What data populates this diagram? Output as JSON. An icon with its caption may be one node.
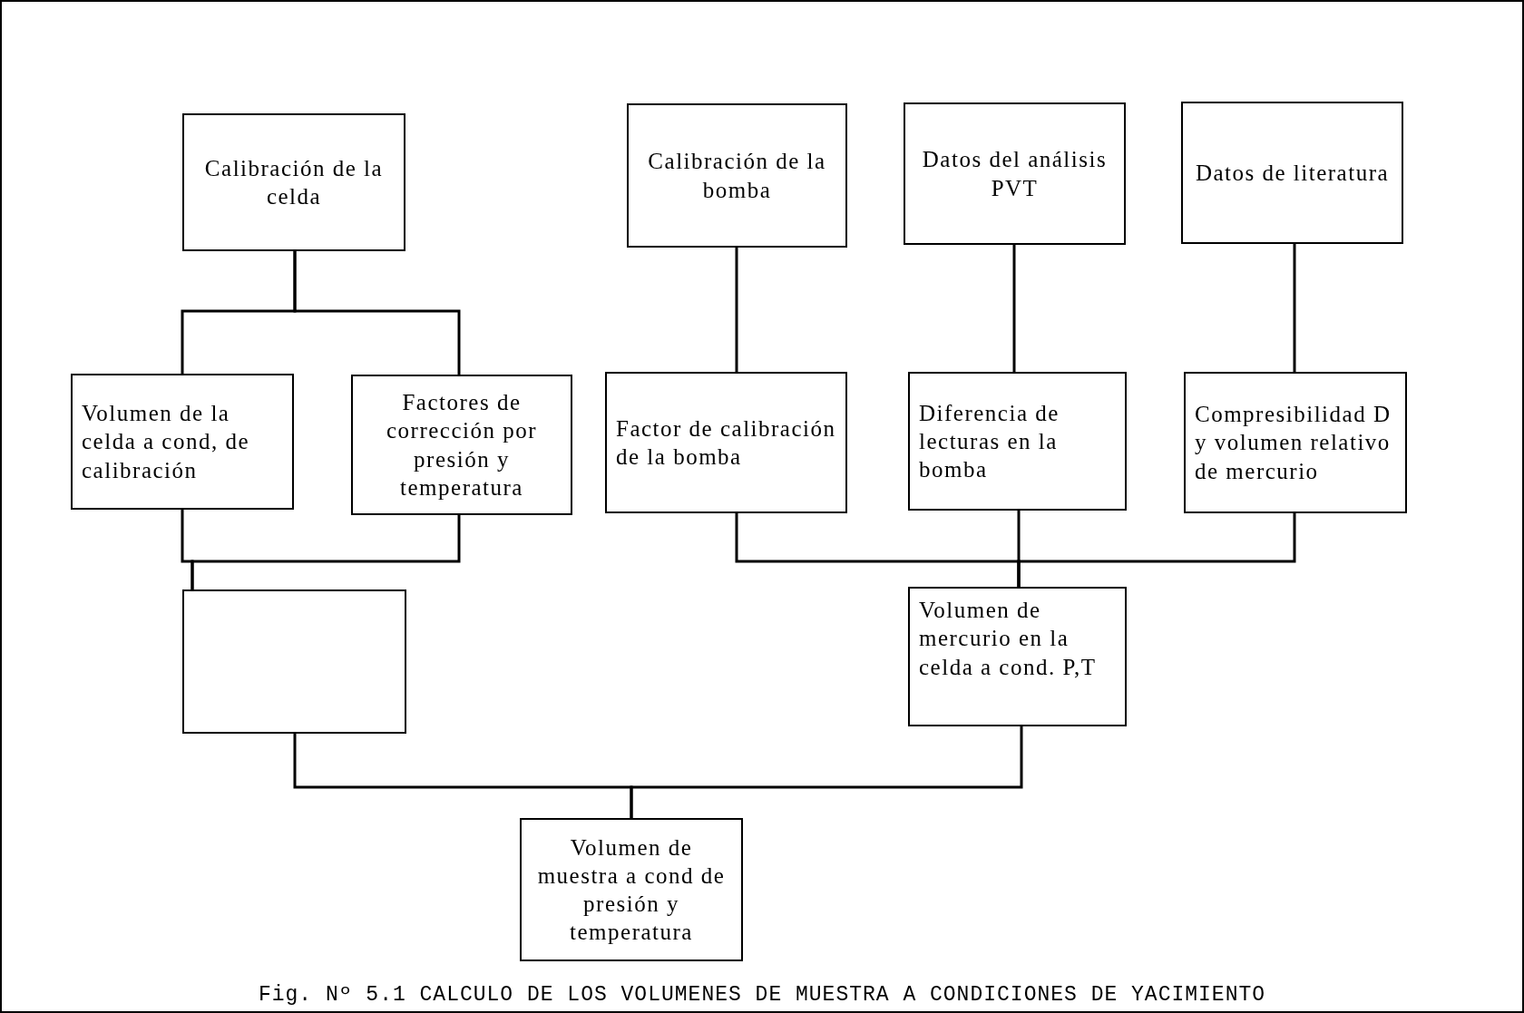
{
  "diagram": {
    "caption": "Fig. Nº 5.1 CALCULO DE LOS VOLUMENES DE MUESTRA A CONDICIONES DE YACIMIENTO",
    "nodes": [
      {
        "text": [
          "Calibración de la celda"
        ]
      },
      {
        "text": [
          "Calibración de la bomba"
        ]
      },
      {
        "text": [
          "Datos del análisis PVT"
        ]
      },
      {
        "text": [
          "Datos de literatura"
        ]
      },
      {
        "text": [
          "Volumen de la celda a cond, de calibración"
        ]
      },
      {
        "text": [
          "Factores de corrección por presión y temperatura"
        ]
      },
      {
        "text": [
          "Factor de calibración de la bomba"
        ]
      },
      {
        "text": [
          "Diferencia de lecturas en la bomba"
        ]
      },
      {
        "text": [
          "Compresibilidad D y volumen relativo de mercurio"
        ]
      },
      {
        "text": [],
        "shape": "box"
      },
      {
        "text": [
          "Volumen de mercurio en la celda a cond. P,T"
        ]
      },
      {
        "text": [
          "Volumen de muestra a cond de presión y temperatura"
        ]
      }
    ],
    "edges": [
      {
        "from": 0,
        "to": 4,
        "arrow": "none"
      },
      {
        "from": 0,
        "to": 5,
        "arrow": "none"
      },
      {
        "from": 1,
        "to": 6,
        "arrow": "none"
      },
      {
        "from": 2,
        "to": 7,
        "arrow": "none"
      },
      {
        "from": 3,
        "to": 8,
        "arrow": "none"
      },
      {
        "from": 4,
        "to": 9,
        "arrow": "none"
      },
      {
        "from": 5,
        "to": 9,
        "arrow": "none"
      },
      {
        "from": 6,
        "to": 10,
        "arrow": "none"
      },
      {
        "from": 7,
        "to": 10,
        "arrow": "none"
      },
      {
        "from": 8,
        "to": 10,
        "arrow": "none"
      },
      {
        "from": 9,
        "to": 11,
        "arrow": "none"
      },
      {
        "from": 10,
        "to": 11,
        "arrow": "none"
      }
    ]
  }
}
